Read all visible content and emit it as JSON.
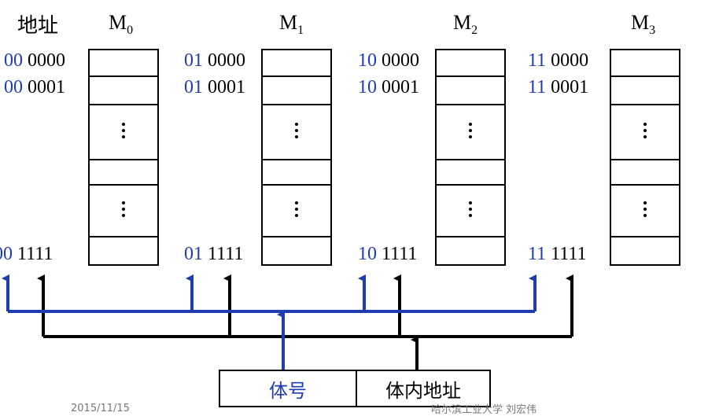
{
  "header": {
    "address_label": "地址"
  },
  "modules": [
    {
      "name": "M",
      "sub": "0",
      "bank": "00"
    },
    {
      "name": "M",
      "sub": "1",
      "bank": "01"
    },
    {
      "name": "M",
      "sub": "2",
      "bank": "10"
    },
    {
      "name": "M",
      "sub": "3",
      "bank": "11"
    }
  ],
  "offsets": {
    "first": "0000",
    "second": "0001",
    "last": "1111"
  },
  "address_register": {
    "bank_field": "体号",
    "inner_field": "体内地址"
  },
  "colors": {
    "bank_blue": "#1f3cb0",
    "line_black": "#000000"
  },
  "footer": {
    "date": "2015/11/15",
    "author": "哈尔滨工业大学  刘宏伟"
  }
}
